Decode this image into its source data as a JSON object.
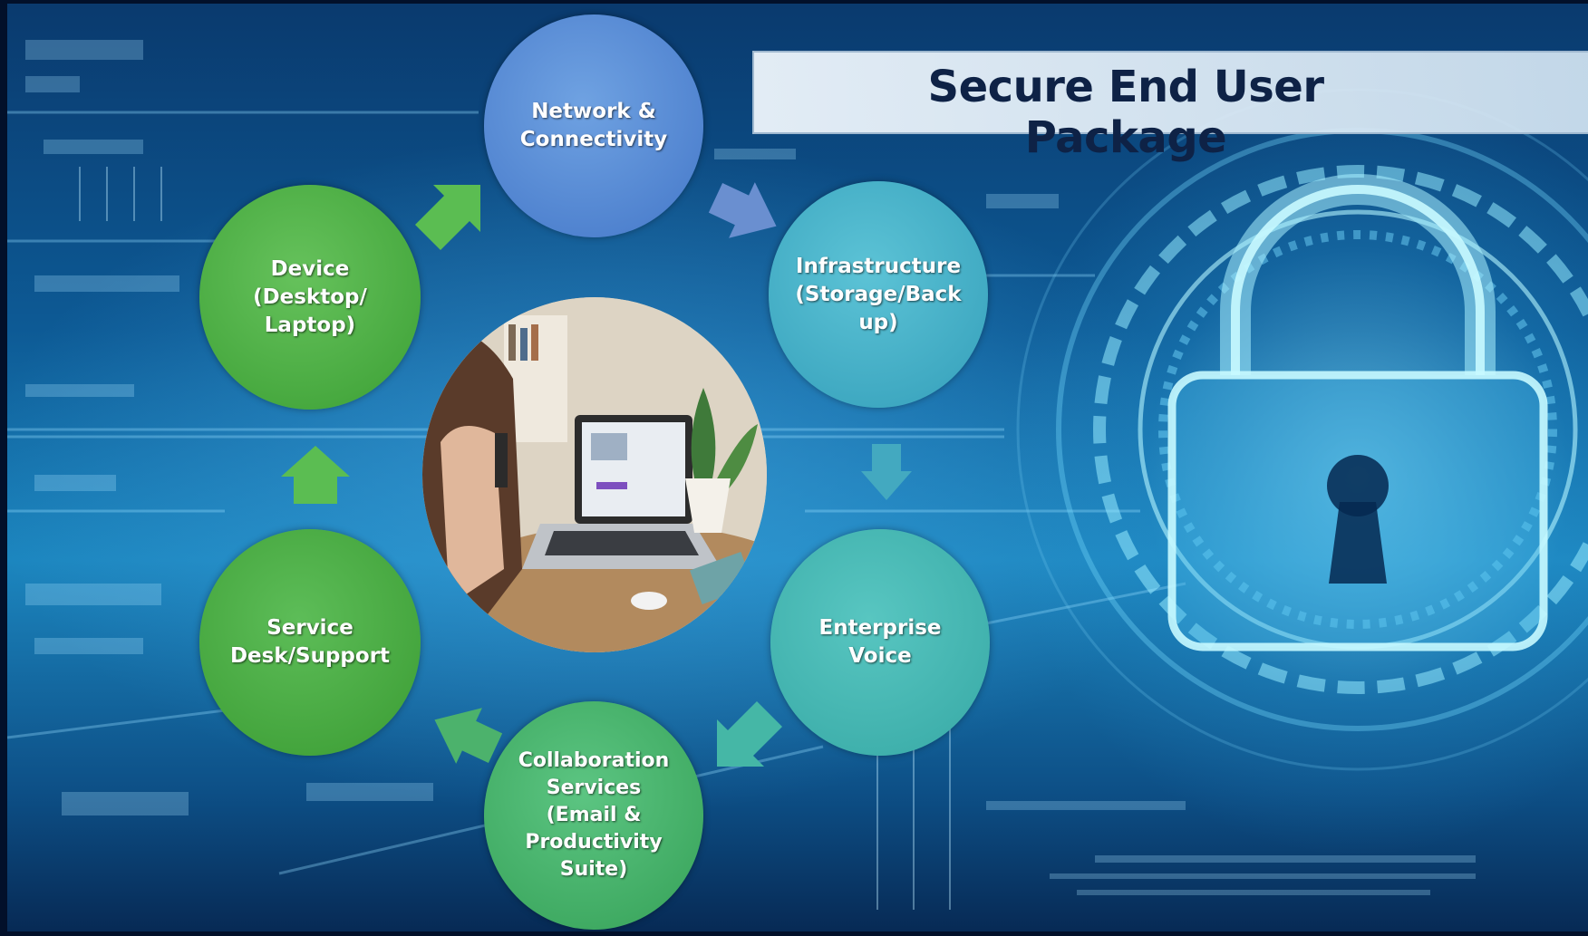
{
  "title": "Secure End User Package",
  "colors": {
    "title_text": "#0e2246",
    "blue_node": "#5a8ed6",
    "teal_node": "#44b8c7",
    "green_node": "#4caf4a",
    "arrow_blue": "#5e86c9",
    "arrow_teal": "#43a9c0",
    "arrow_green": "#5bbd52"
  },
  "nodes": [
    {
      "id": "network",
      "label": "Network &\nConnectivity",
      "color": "#5a8ed6"
    },
    {
      "id": "infrastructure",
      "label": "Infrastructure\n(Storage/Back\nup)",
      "color": "#4ab3c8"
    },
    {
      "id": "voice",
      "label": "Enterprise\nVoice",
      "color": "#45b8b4"
    },
    {
      "id": "collaboration",
      "label": "Collaboration\nServices\n(Email &\nProductivity\nSuite)",
      "color": "#4cb773"
    },
    {
      "id": "service-desk",
      "label": "Service\nDesk/Support",
      "color": "#4caf4a"
    },
    {
      "id": "device",
      "label": "Device\n(Desktop/\nLaptop)",
      "color": "#53b34c"
    }
  ],
  "center_image": "person-working-on-laptop",
  "decor_icon": "padlock-icon"
}
